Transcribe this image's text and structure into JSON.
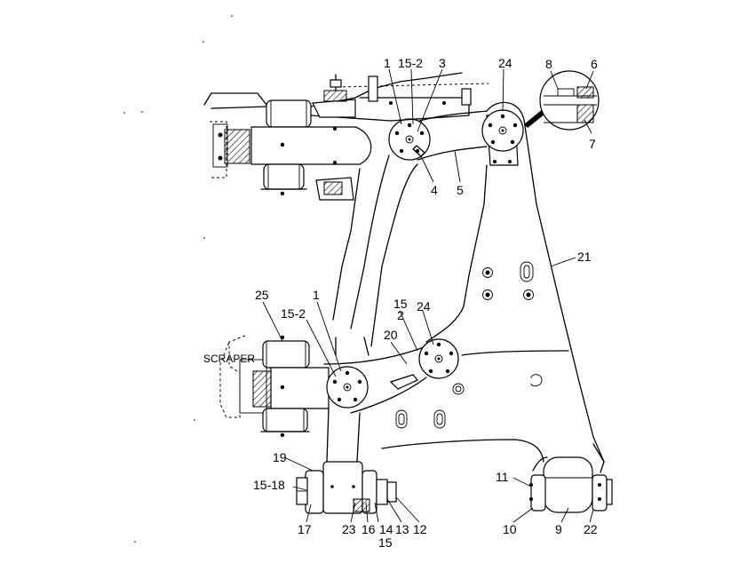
{
  "callouts": {
    "c1_top": "1",
    "c15_2_top": "15-2",
    "c3": "3",
    "c24_top": "24",
    "c8": "8",
    "c6": "6",
    "c7": "7",
    "c4": "4",
    "c5": "5",
    "c21": "21",
    "c25": "25",
    "c1_mid": "1",
    "c15_2_mid": "15-2",
    "c15_mid": "15",
    "c2_mid": "2",
    "c24_mid": "24",
    "c20": "20",
    "c19": "19",
    "c15_18": "15-18",
    "c17": "17",
    "c23": "23",
    "c16": "16",
    "c14": "14",
    "c13": "13",
    "c12": "12",
    "c15_bot": "15",
    "c11": "11",
    "c10": "10",
    "c9": "9",
    "c22": "22"
  },
  "labels": {
    "scraper": "SCRAPER"
  }
}
